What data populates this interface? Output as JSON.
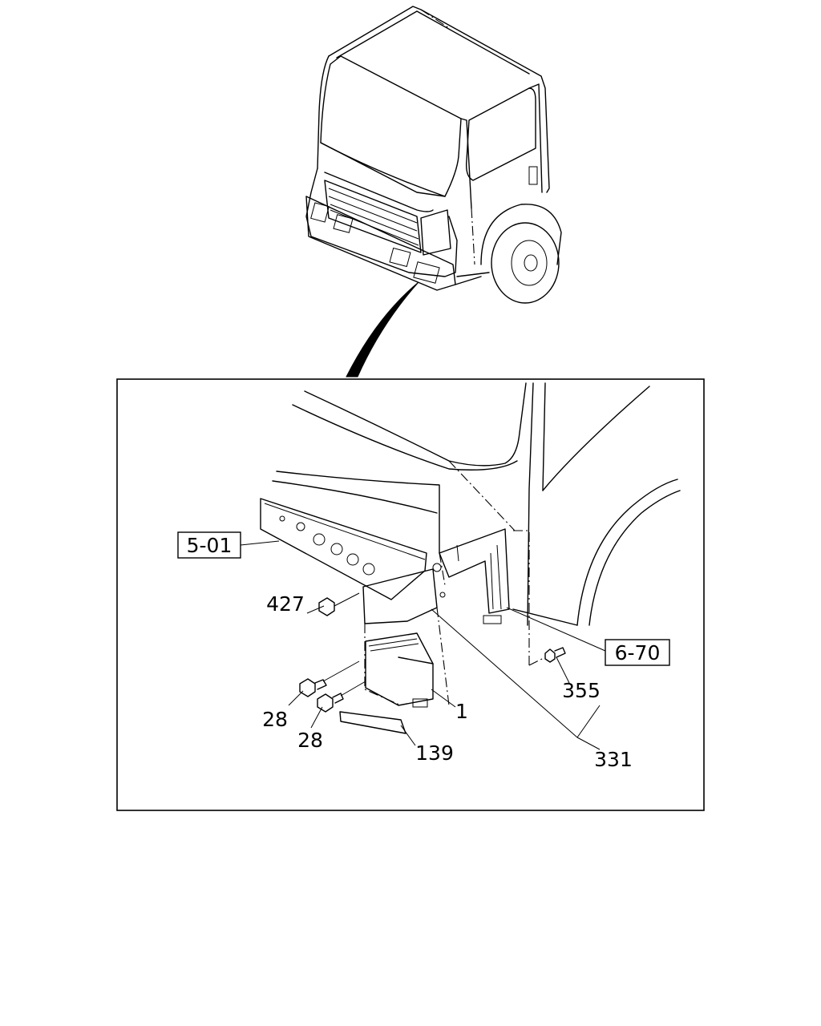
{
  "callouts": {
    "ref_5_01": "5-01",
    "ref_6_70": "6-70",
    "p427": "427",
    "p28_a": "28",
    "p28_b": "28",
    "p1": "1",
    "p139": "139",
    "p355": "355",
    "p331": "331"
  }
}
